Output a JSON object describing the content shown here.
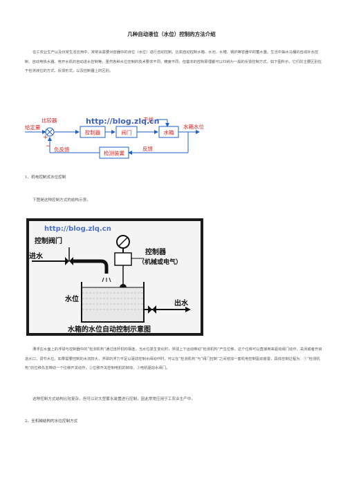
{
  "title": "几种自动液位（水位）控制的方法介绍",
  "intro": "在工农业生产以及日常生活应用中，常常会需要对容器中的液位（水位）进行自动控制。比如自动控制水箱、水池、水槽、锅炉等容器中的蓄水量。生活中抽水马桶的自动补水控制、自动电热水器、电开水机的自动进水控制等。虽然各种水位控制的技术要求不同，精度不同，但基本的控制原理都可以归纳为一般的反馈控制方式，如下图所示，它们的主要区别在于检测液位的方式、反馈形式，以及控制器上的区别。",
  "diagram1": {
    "url": "http://blog.zlq.cn",
    "setpoint": "给定量",
    "comparator": "比较器",
    "controller": "控制器",
    "valve": "阀门",
    "tank": "水箱",
    "disturbance": "干扰",
    "output": "水箱水位",
    "negative_feedback": "负反馈",
    "feedback": "反馈",
    "sensor": "检测装置",
    "plus": "+",
    "minus": "−",
    "colors": {
      "line": "#1e5fc8",
      "text": "#d42020",
      "url": "#3a5fbf"
    }
  },
  "section1": {
    "heading": "1、机电控制式水位控制",
    "intro": "下图是这种控制方式的结构示意。",
    "image": {
      "url": "http://blog.zlq.cn",
      "control_valve": "控制阀门",
      "controller": "控制器",
      "controller_sub": "（机械或电气）",
      "inlet": "进水",
      "water_level": "水位",
      "outlet": "出水",
      "caption": "水箱的水位自动控制示意图"
    },
    "body": "漂浮在水面上的浮球与控制器中的“检测机构”通过连杆机构相连，当水位发生变化时，浮球上下运动带动“检测机构”产生位移，这个位移可以直接用来驱动阀门动作，关闭或者开启进水口，调节水位。如果需要控制的水流较大，浮球的浮力不足以驱动控制水阀动作时，可以在“检测机构”与“阀门控制”之间增加一套机电控制驱动装置，具体控制过程为：①“检测机构”的位移先去带动一个位移开关动作，②位移开关控制电机的转动，③电机驱动水阀门。",
    "note": "这种控制方式结构比较复杂，但可以对大型蓄水装置进行控制，因此常常应用于工农业生产中。"
  },
  "section2": {
    "heading": "2、全机械结构的水位控制方式"
  }
}
